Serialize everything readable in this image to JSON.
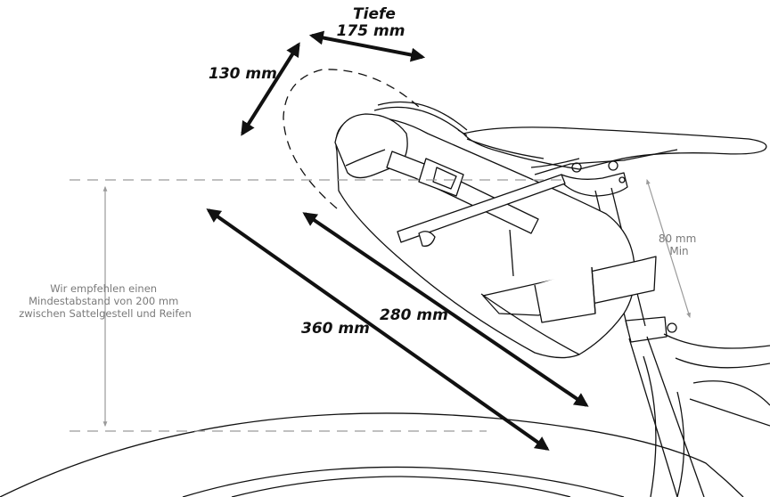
{
  "colors": {
    "line": "#111111",
    "guide": "#9a9a9a",
    "note_text": "#7a7a7a",
    "background": "#ffffff"
  },
  "dimensions": {
    "depth_word": "Tiefe",
    "depth": "175 mm",
    "height": "130 mm",
    "length_inner": "280 mm",
    "length_outer": "360 mm"
  },
  "clearance": {
    "lines": [
      "Wir empfehlen einen",
      "Mindestabstand von 200 mm",
      "zwischen Sattelgestell und Reifen"
    ]
  },
  "min_gap": {
    "value": "80 mm",
    "label": "Min"
  }
}
